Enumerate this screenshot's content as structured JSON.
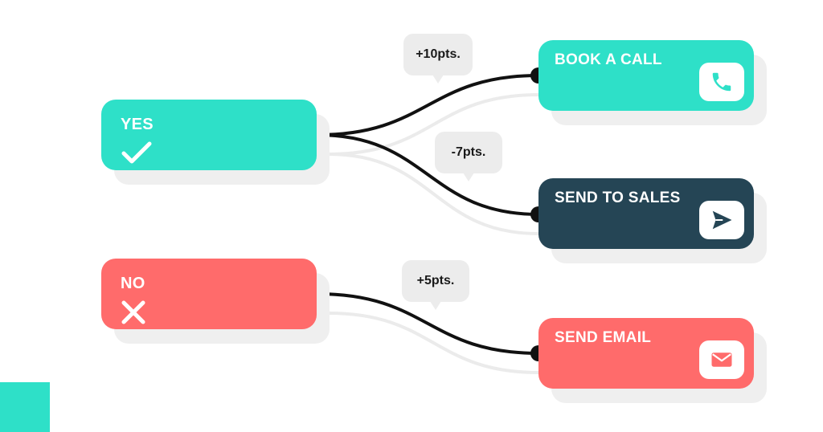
{
  "colors": {
    "teal": "#2ee0c8",
    "coral": "#ff6b6b",
    "navy": "#254555",
    "connector": "#111111",
    "bubble": "#ececec"
  },
  "sources": [
    {
      "label": "YES",
      "mark": "check-icon"
    },
    {
      "label": "NO",
      "mark": "x-icon"
    }
  ],
  "targets": [
    {
      "label": "BOOK A CALL",
      "icon": "phone-icon"
    },
    {
      "label": "SEND TO SALES",
      "icon": "send-icon"
    },
    {
      "label": "SEND EMAIL",
      "icon": "mail-icon"
    }
  ],
  "links": [
    {
      "from": "YES",
      "to": "BOOK A CALL",
      "points": "+10pts."
    },
    {
      "from": "YES",
      "to": "SEND TO SALES",
      "points": "-7pts."
    },
    {
      "from": "NO",
      "to": "SEND EMAIL",
      "points": "+5pts."
    }
  ]
}
